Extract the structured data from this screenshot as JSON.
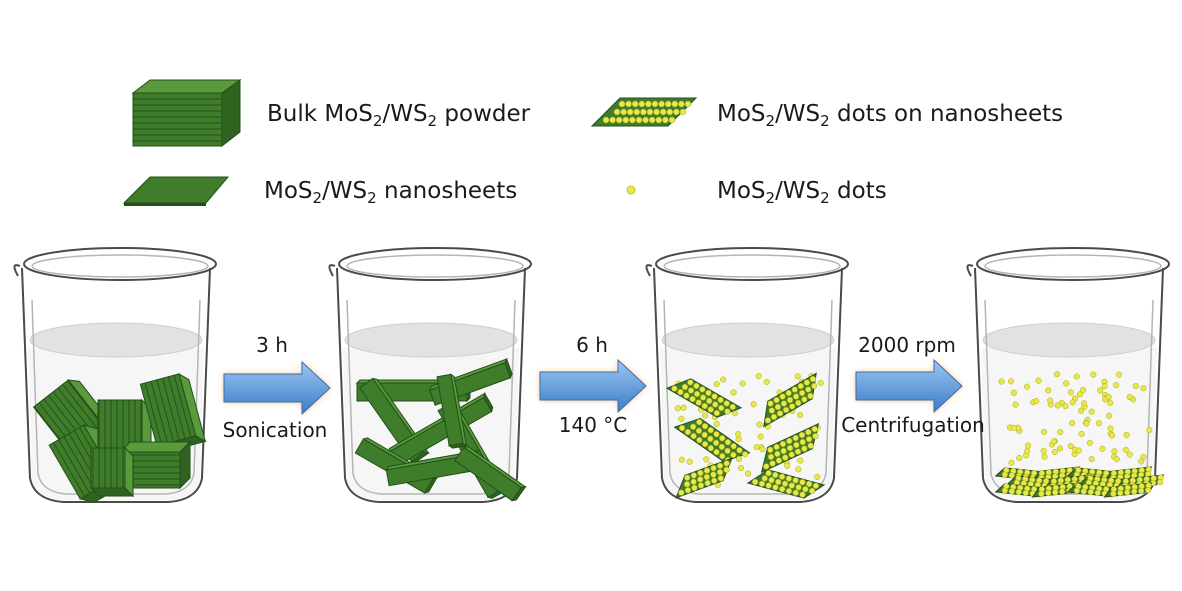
{
  "legend": [
    {
      "id": "bulk",
      "parts": [
        [
          "Bulk MoS",
          "2",
          "/WS",
          "2",
          " powder"
        ]
      ]
    },
    {
      "id": "dots-on-sheets",
      "parts": [
        [
          "MoS",
          "2",
          "/WS",
          "2",
          " dots on nanosheets"
        ]
      ]
    },
    {
      "id": "nanosheets",
      "parts": [
        [
          "MoS",
          "2",
          "/WS",
          "2",
          " nanosheets"
        ]
      ]
    },
    {
      "id": "dots",
      "parts": [
        [
          "MoS",
          "2",
          "/WS",
          "2",
          " dots"
        ]
      ]
    }
  ],
  "steps": [
    {
      "above": "3 h",
      "below": "Sonication"
    },
    {
      "above": "6 h",
      "below": "140 °C"
    },
    {
      "above": "2000 rpm",
      "below": "Centrifugation"
    }
  ],
  "colors": {
    "sheet": "#3f7d2a",
    "sheet_dark": "#22501a",
    "sheet_light": "#5a9a3c",
    "dot": "#e8e84a",
    "arrow": "#6aa2de",
    "arrow_glow": "#f2b27a",
    "liquid": "#e4e4e4"
  }
}
